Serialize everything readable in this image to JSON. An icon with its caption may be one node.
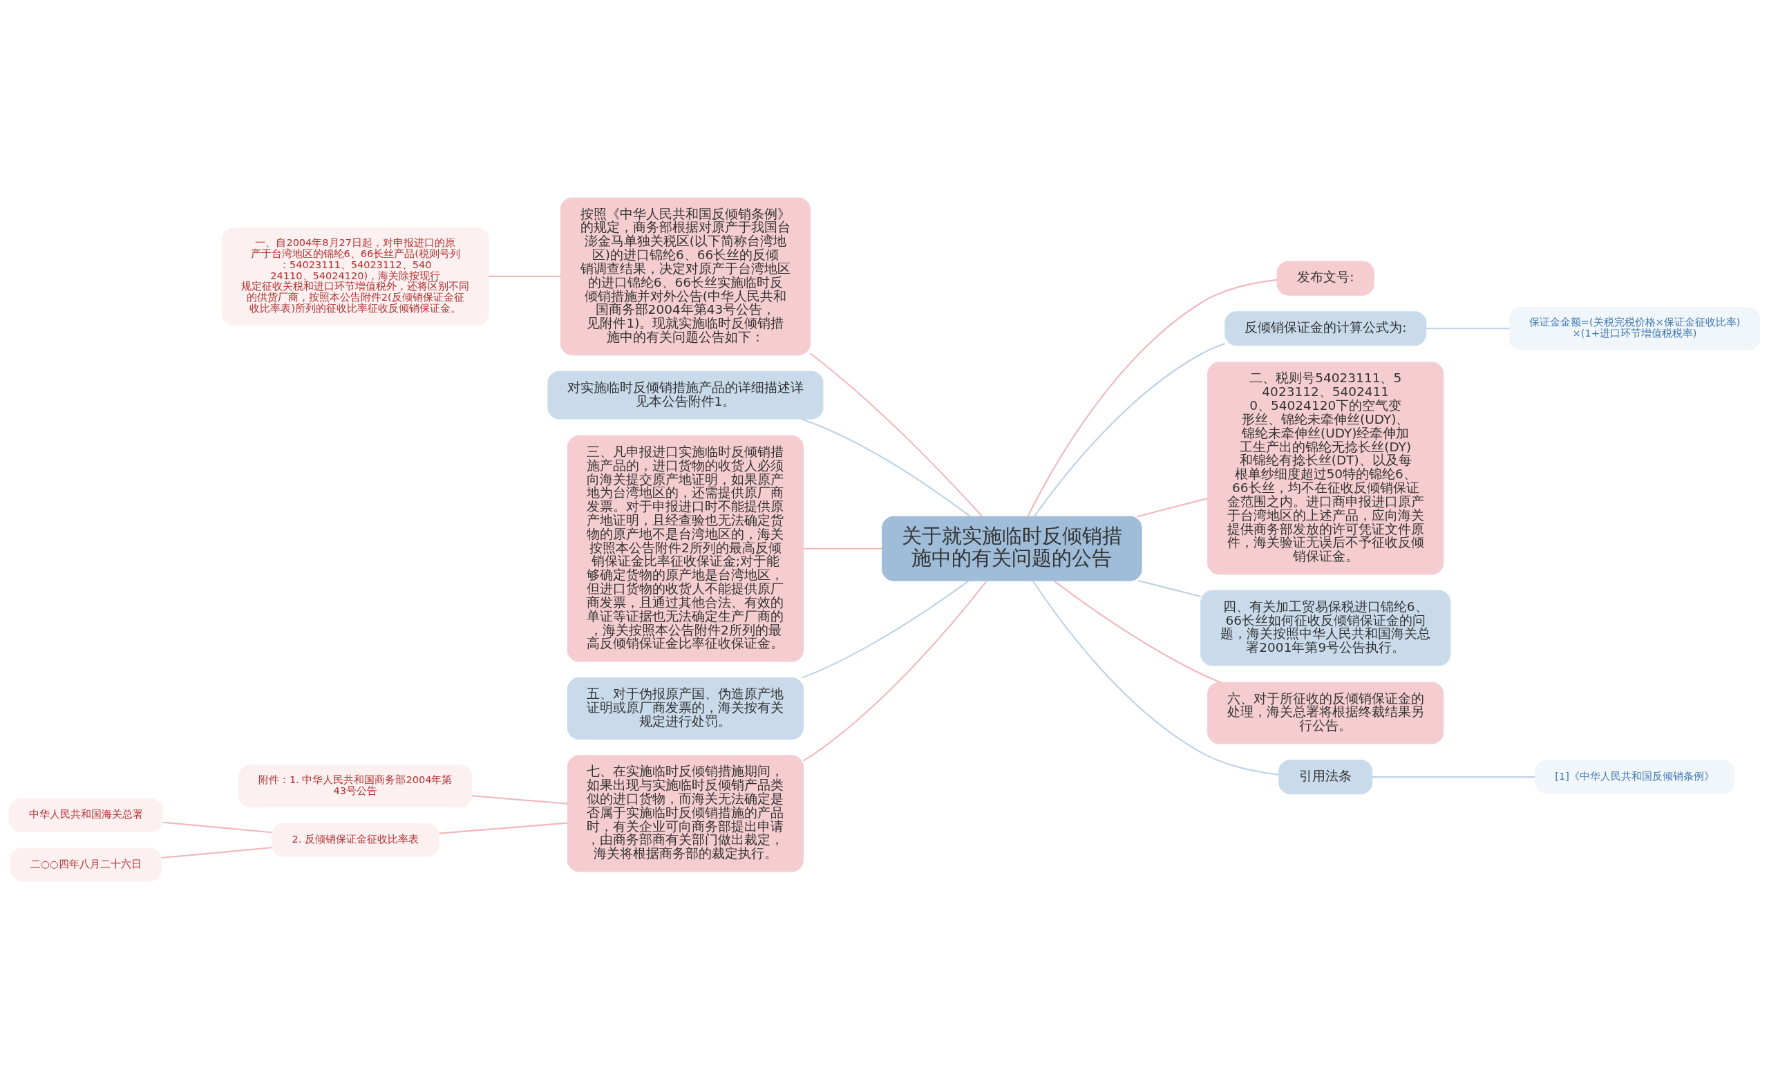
{
  "diagram": {
    "nodes": [
      {
        "text": [
          "关于就实施临时反倾销措施中的有关问题的公告"
        ]
      },
      {
        "text": [
          "按照《中华人民共和国反倾销条例》的规定，商务部根据对原产于我国台澎金马单独关税区(以下简称台湾地区)的进口锦纶6、66长丝的反倾销调查结果，决定对原产于台湾地区的进口锦纶6、66长丝实施临时反倾销措施并对外公告(中华人民共和国商务部2004年第43号公告，见附件1)。现就实施临时反倾销措施中的有关问题公告如下："
        ]
      },
      {
        "text": [
          "一、自2004年8月27日起，对申报进口的原产于台湾地区的锦纶6、66长丝产品(税则号列：54023111、54023112、54024110、54024120)，海关除按现行规定征收关税和进口环节增值税外，还将区别不同的供货厂商，按照本公告附件2(反倾销保证金征收比率表)所列的征收比率征收反倾销保证金。"
        ]
      },
      {
        "text": [
          "对实施临时反倾销措施产品的详细描述详见本公告附件1。"
        ]
      },
      {
        "text": [
          "三、凡申报进口实施临时反倾销措施产品的，进口货物的收货人必须向海关提交原产地证明，如果原产地为台湾地区的，还需提供原厂商发票。对于申报进口时不能提供原产地证明，且经查验也无法确定货物的原产地不是台湾地区的，海关按照本公告附件2所列的最高反倾销保证金比率征收保证金;对于能够确定货物的原产地是台湾地区，但进口货物的收货人不能提供原厂商发票，且通过其他合法、有效的单证等证据也无法确定生产厂商的，海关按照本公告附件2所列的最高反倾销保证金比率征收保证金。"
        ]
      },
      {
        "text": [
          "五、对于伪报原产国、伪造原产地证明或原厂商发票的，海关按有关规定进行处罚。"
        ]
      },
      {
        "text": [
          "七、在实施临时反倾销措施期间，如果出现与实施临时反倾销产品类似的进口货物，而海关无法确定是否属于实施临时反倾销措施的产品时，有关企业可向商务部提出申请，由商务部商有关部门做出裁定，海关将根据商务部的裁定执行。"
        ]
      },
      {
        "text": [
          "附件：1. 中华人民共和国商务部2004年第43号公告"
        ]
      },
      {
        "text": [
          "2. 反倾销保证金征收比率表"
        ]
      },
      {
        "text": [
          "中华人民共和国海关总署"
        ]
      },
      {
        "text": [
          "二○○四年八月二十六日"
        ]
      },
      {
        "text": [
          "发布文号:"
        ]
      },
      {
        "text": [
          "反倾销保证金的计算公式为:"
        ]
      },
      {
        "text": [
          "保证金金额=(关税完税价格×保证金征收比率)×(1+进口环节增值税税率)"
        ]
      },
      {
        "text": [
          "二、税则号54023111、54023112、54024110、54024120下的空气变形丝、锦纶未牵伸丝(UDY)、锦纶未牵伸丝(UDY)经牵伸加工生产出的锦纶无捻长丝(DY)和锦纶有捻长丝(DT)、以及每根单纱细度超过50特的锦纶6、66长丝，均不在征收反倾销保证金范围之内。进口商申报进口原产于台湾地区的上述产品，应向海关提供商务部发放的许可凭证文件原件，海关验证无误后不予征收反倾销保证金。"
        ]
      },
      {
        "text": [
          "四、有关加工贸易保税进口锦纶6、66长丝如何征收反倾销保证金的问题，海关按照中华人民共和国海关总署2001年第9号公告执行。"
        ]
      },
      {
        "text": [
          "六、对于所征收的反倾销保证金的处理，海关总署将根据终裁结果另行公告。"
        ]
      },
      {
        "text": [
          "引用法条"
        ]
      },
      {
        "text": [
          "[1]《中华人民共和国反倾销条例》"
        ]
      }
    ],
    "edges": [
      {
        "from": 1,
        "to": 0,
        "arrow": "none"
      },
      {
        "from": 2,
        "to": 1,
        "arrow": "none"
      },
      {
        "from": 3,
        "to": 0,
        "arrow": "none",
        "color": "#bcd2e6"
      },
      {
        "from": 4,
        "to": 0,
        "arrow": "none"
      },
      {
        "from": 5,
        "to": 0,
        "arrow": "none",
        "color": "#bcd2e6"
      },
      {
        "from": 6,
        "to": 0,
        "arrow": "none"
      },
      {
        "from": 7,
        "to": 6,
        "arrow": "none"
      },
      {
        "from": 8,
        "to": 6,
        "arrow": "none"
      },
      {
        "from": 9,
        "to": 8,
        "arrow": "none"
      },
      {
        "from": 10,
        "to": 8,
        "arrow": "none"
      },
      {
        "from": 0,
        "to": 11,
        "arrow": "none"
      },
      {
        "from": 0,
        "to": 12,
        "arrow": "none",
        "color": "#bcd2e6"
      },
      {
        "from": 12,
        "to": 13,
        "arrow": "none",
        "color": "#bcd2e6"
      },
      {
        "from": 0,
        "to": 14,
        "arrow": "none"
      },
      {
        "from": 0,
        "to": 15,
        "arrow": "none",
        "color": "#bcd2e6"
      },
      {
        "from": 0,
        "to": 16,
        "arrow": "none"
      },
      {
        "from": 0,
        "to": 17,
        "arrow": "none",
        "color": "#bcd2e6"
      },
      {
        "from": 17,
        "to": 18,
        "arrow": "none",
        "color": "#bcd2e6"
      }
    ]
  }
}
